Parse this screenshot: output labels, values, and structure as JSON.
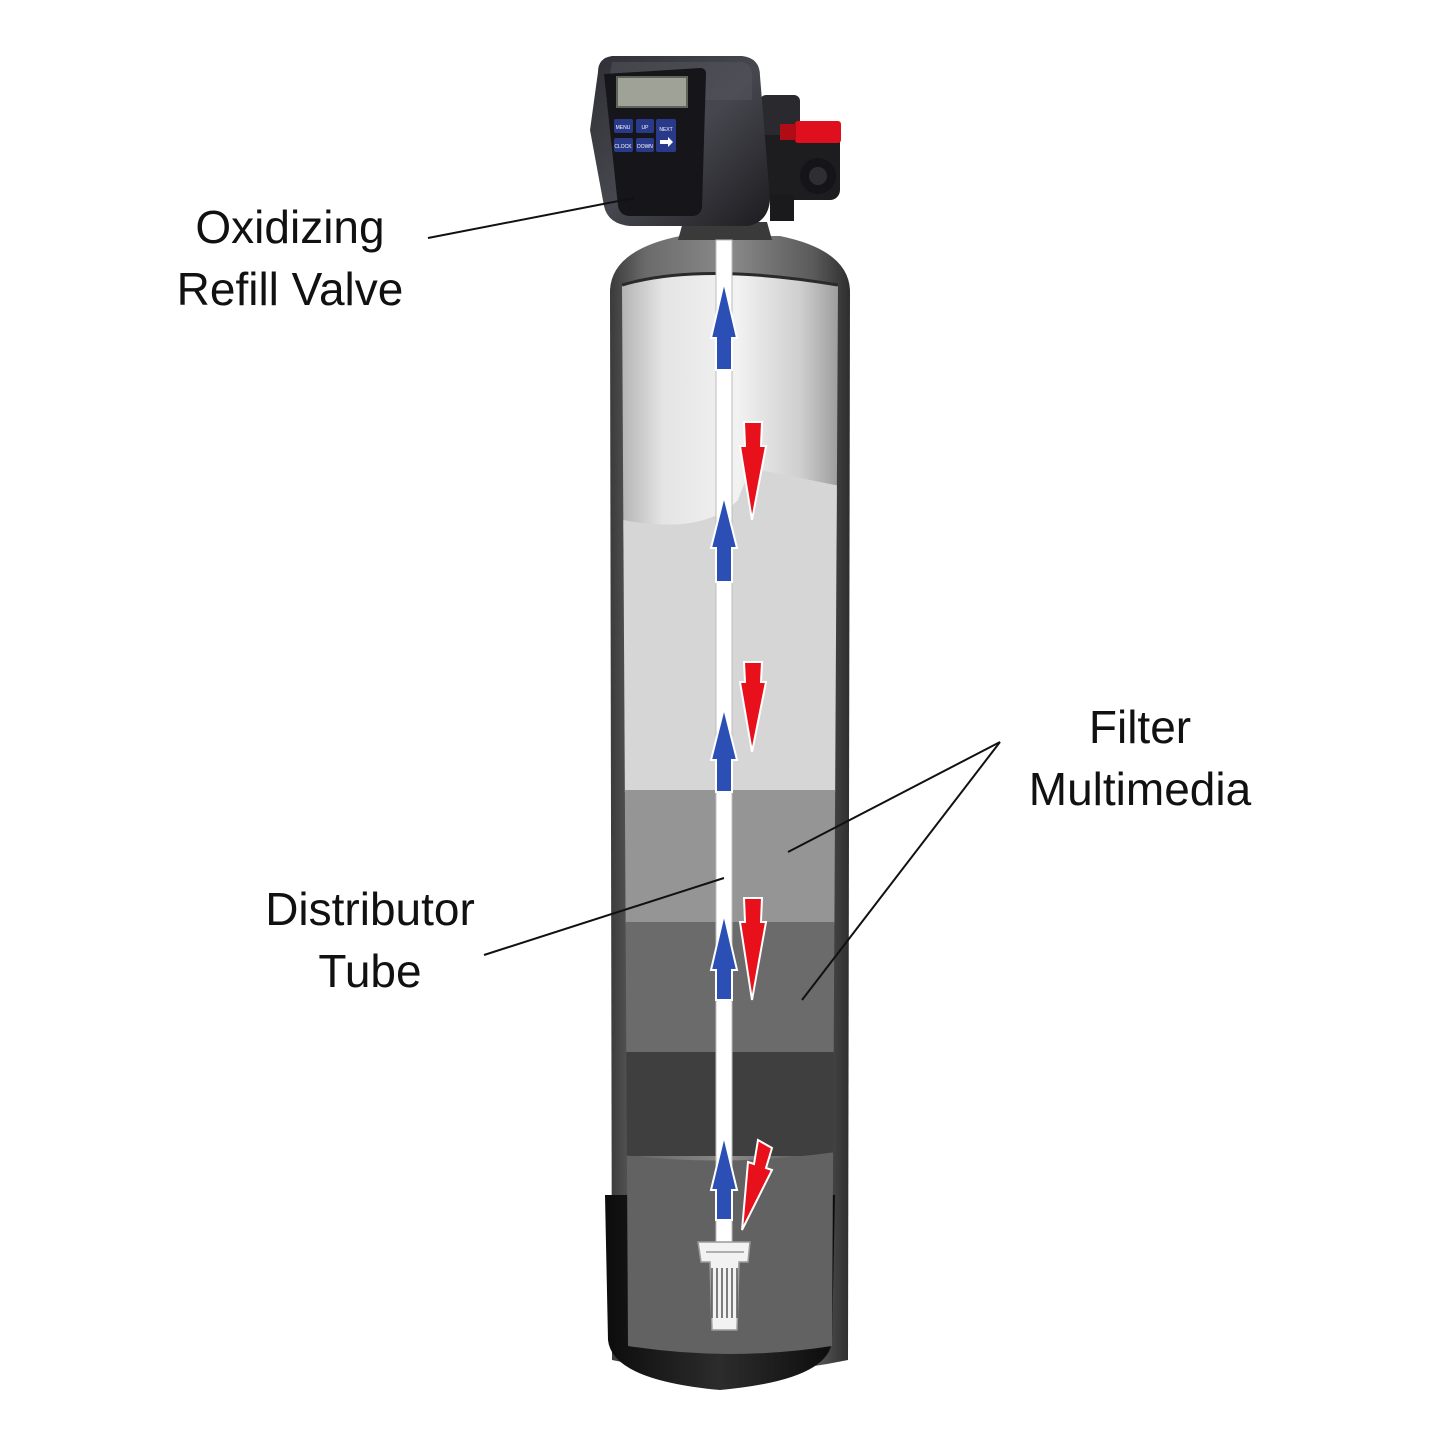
{
  "labels": {
    "valve": {
      "line1": "Oxidizing",
      "line2": "Refill Valve"
    },
    "tube": {
      "line1": "Distributor",
      "line2": "Tube"
    },
    "media": {
      "line1": "Filter",
      "line2": "Multimedia"
    }
  },
  "control_head": {
    "keys": [
      "MENU",
      "UP",
      "CLOCK",
      "DOWN",
      "NEXT"
    ]
  },
  "flow_arrows": {
    "up_color": "#2b4fb5",
    "down_color": "#e8101a"
  },
  "colors": {
    "tank_shell": "#4a4a4a",
    "freeboard": "#c8c8c8",
    "media_layer_1": "#d6d6d6",
    "media_layer_2": "#959595",
    "media_layer_3": "#6b6b6b",
    "media_layer_4": "#3f3f3f",
    "media_layer_5": "#626262",
    "base": "#1c1c1c",
    "bypass_handle": "#e00f1d"
  }
}
